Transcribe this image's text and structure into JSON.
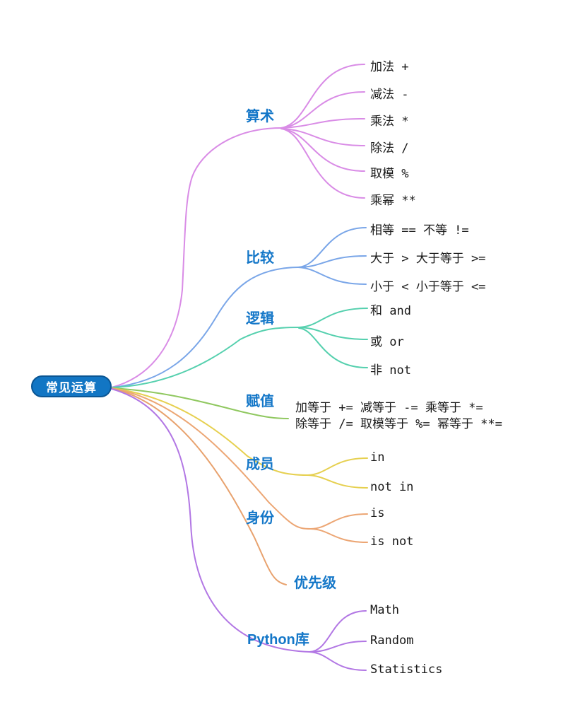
{
  "root": {
    "label": "常见运算"
  },
  "colors": {
    "root_fill": "#1276c4",
    "root_border": "#0b5694",
    "root_text": "#ffffff",
    "label_text": "#1477c8",
    "child_text": "#1a1a1a"
  },
  "branches": [
    {
      "label": "算术",
      "color": "#d98ce6",
      "children": [
        "加法 +",
        "减法 -",
        "乘法 *",
        "除法 /",
        "取模 %",
        "乘幂 **"
      ]
    },
    {
      "label": "比较",
      "color": "#7aa6e8",
      "children": [
        "相等 == 不等 !=",
        "大于 > 大于等于 >=",
        "小于 < 小于等于 <="
      ]
    },
    {
      "label": "逻辑",
      "color": "#55d0ae",
      "children": [
        "和 and",
        "或 or",
        "非 not"
      ]
    },
    {
      "label": "赋值",
      "color": "#90c860",
      "children": [
        "加等于 += 减等于 -= 乘等于 *=",
        "除等于 /= 取模等于 %= 幂等于 **="
      ]
    },
    {
      "label": "成员",
      "color": "#e6d050",
      "children": [
        "in",
        "not in"
      ]
    },
    {
      "label": "身份",
      "color": "#eca674",
      "children": [
        "is",
        "is not"
      ]
    },
    {
      "label": "优先级",
      "color": "#e8a26e",
      "children": []
    },
    {
      "label": "Python库",
      "color": "#b277e4",
      "children": [
        "Math",
        "Random",
        "Statistics"
      ]
    }
  ]
}
